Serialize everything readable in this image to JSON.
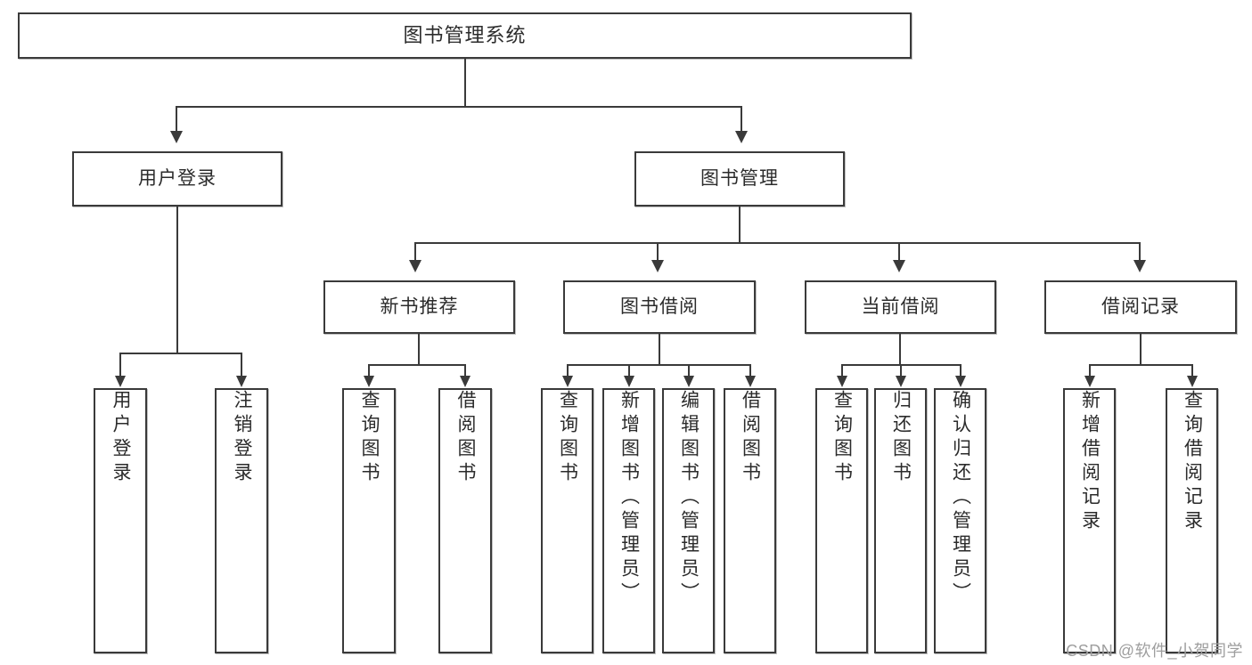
{
  "diagram": {
    "title": "图书管理系统",
    "watermark": "CSDN @软件_小贺同学",
    "type": "tree",
    "colors": {
      "box_border": "#3a3a3a",
      "box_fill": "#ffffff",
      "text": "#2b2b2b",
      "connector": "#3a3a3a",
      "watermark": "#9e9e9e",
      "background": "#ffffff"
    }
  },
  "nodes": {
    "root": {
      "label": "图书管理系统",
      "level": 1
    },
    "level2": [
      {
        "id": "user-login",
        "label": "用户登录"
      },
      {
        "id": "book-management",
        "label": "图书管理"
      }
    ],
    "level3": [
      {
        "id": "new-book-recommend",
        "label": "新书推荐",
        "parent": "book-management"
      },
      {
        "id": "book-borrow",
        "label": "图书借阅",
        "parent": "book-management"
      },
      {
        "id": "current-borrow",
        "label": "当前借阅",
        "parent": "book-management"
      },
      {
        "id": "borrow-record",
        "label": "借阅记录",
        "parent": "book-management"
      }
    ],
    "leaves": {
      "user_login": [
        {
          "id": "leaf-user-login",
          "label": "用户登录"
        },
        {
          "id": "leaf-user-logout",
          "label": "注销登录"
        }
      ],
      "new_book_recommend": [
        {
          "id": "leaf-query-book-1",
          "label": "查询图书"
        },
        {
          "id": "leaf-borrow-book-1",
          "label": "借阅图书"
        }
      ],
      "book_borrow": [
        {
          "id": "leaf-query-book-2",
          "label": "查询图书"
        },
        {
          "id": "leaf-add-book",
          "label": "新增图书（管理员）"
        },
        {
          "id": "leaf-edit-book",
          "label": "编辑图书（管理员）"
        },
        {
          "id": "leaf-borrow-book-2",
          "label": "借阅图书"
        }
      ],
      "current_borrow": [
        {
          "id": "leaf-query-book-3",
          "label": "查询图书"
        },
        {
          "id": "leaf-return-book",
          "label": "归还图书"
        },
        {
          "id": "leaf-confirm-return",
          "label": "确认归还（管理员）"
        }
      ],
      "borrow_record": [
        {
          "id": "leaf-add-record",
          "label": "新增借阅记录"
        },
        {
          "id": "leaf-query-record",
          "label": "查询借阅记录"
        }
      ]
    }
  }
}
